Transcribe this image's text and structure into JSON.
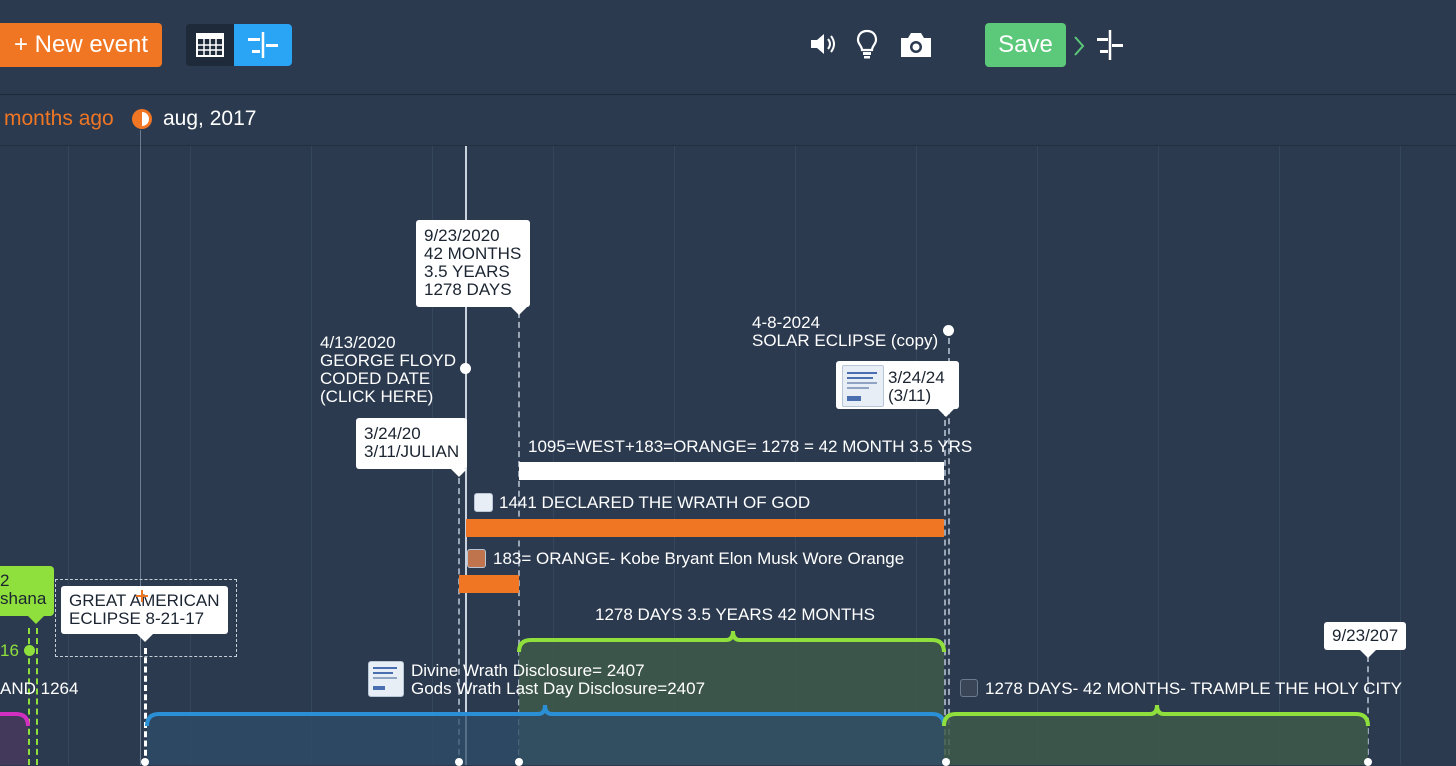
{
  "toolbar": {
    "new_event_label": "+ New event",
    "save_label": "Save"
  },
  "datebar": {
    "ago_text": "months ago",
    "current_date": "aug, 2017"
  },
  "events": {
    "top_callout": "9/23/2020\n42 MONTHS\n3.5 YEARS\n1278 DAYS",
    "solar_eclipse": "4-8-2024\nSOLAR ECLIPSE (copy)",
    "george_floyd": "4/13/2020\nGEORGE FLOYD\nCODED DATE\n(CLICK HERE)",
    "julian_callout": "3/24/20\n3/11/JULIAN",
    "callout_3_24_24": "3/24/24\n(3/11)",
    "span_1095": "1095=WEST+183=ORANGE= 1278 = 42 MONTH 3.5 YRS",
    "span_1441": "1441 DECLARED THE WRATH OF GOD",
    "span_183": "183= ORANGE- Kobe Bryant Elon Musk Wore Orange",
    "great_american": "GREAT AMERICAN\nECLIPSE 8-21-17",
    "green_left_top": "2\nshana",
    "green_left_16": "16",
    "range_1278_days": "1278 DAYS 3.5 YEARS 42 MONTHS",
    "callout_9_23_207": "9/23/207",
    "divine_wrath": "Divine Wrath Disclosure= 2407\nGods Wrath Last Day Disclosure=2407",
    "and_1264": "AND 1264",
    "trample": "1278 DAYS- 42 MONTHS- TRAMPLE THE HOLY CITY"
  },
  "colors": {
    "background": "#2b3a4f",
    "orange": "#f07623",
    "blue_active": "#2aa4f4",
    "save_green": "#5cc879",
    "lime": "#8fe03c",
    "blue_range": "#2b8fd6"
  }
}
